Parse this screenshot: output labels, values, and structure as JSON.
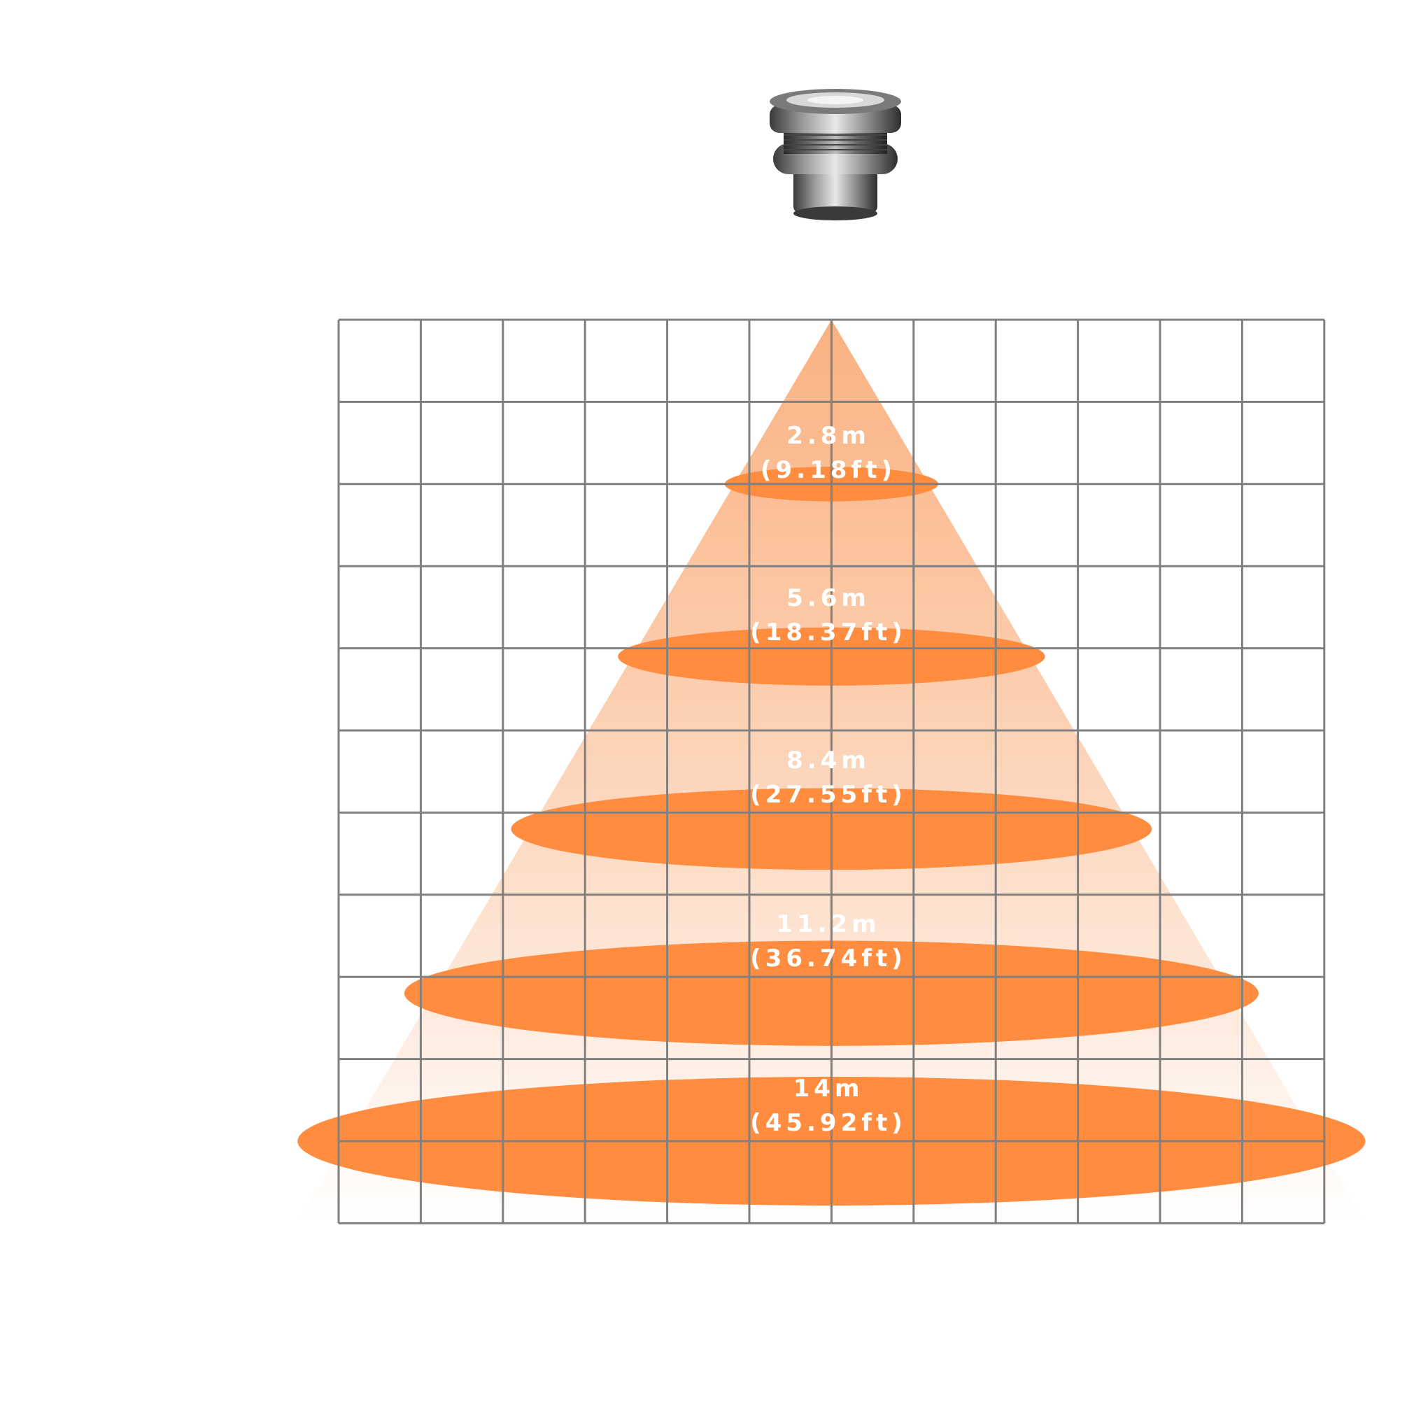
{
  "colors": {
    "grid": "#808080",
    "cone_top": "#f9a46b",
    "cone_bottom": "#ffffff",
    "ellipse": "#ff8c3f",
    "label": "#ffffff"
  },
  "fixture": {
    "icon": "spotlight-fixture-icon"
  },
  "grid": {
    "columns": 12,
    "rows": 11
  },
  "beams": [
    {
      "distance": "2.8m",
      "imperial": "(9.18ft)",
      "diameter_in_cells": 2.6
    },
    {
      "distance": "5.6m",
      "imperial": "(18.37ft)",
      "diameter_in_cells": 5.2
    },
    {
      "distance": "8.4m",
      "imperial": "(27.55ft)",
      "diameter_in_cells": 7.8
    },
    {
      "distance": "11.2m",
      "imperial": "(36.74ft)",
      "diameter_in_cells": 10.4
    },
    {
      "distance": "14m",
      "imperial": "(45.92ft)",
      "diameter_in_cells": 13
    }
  ]
}
